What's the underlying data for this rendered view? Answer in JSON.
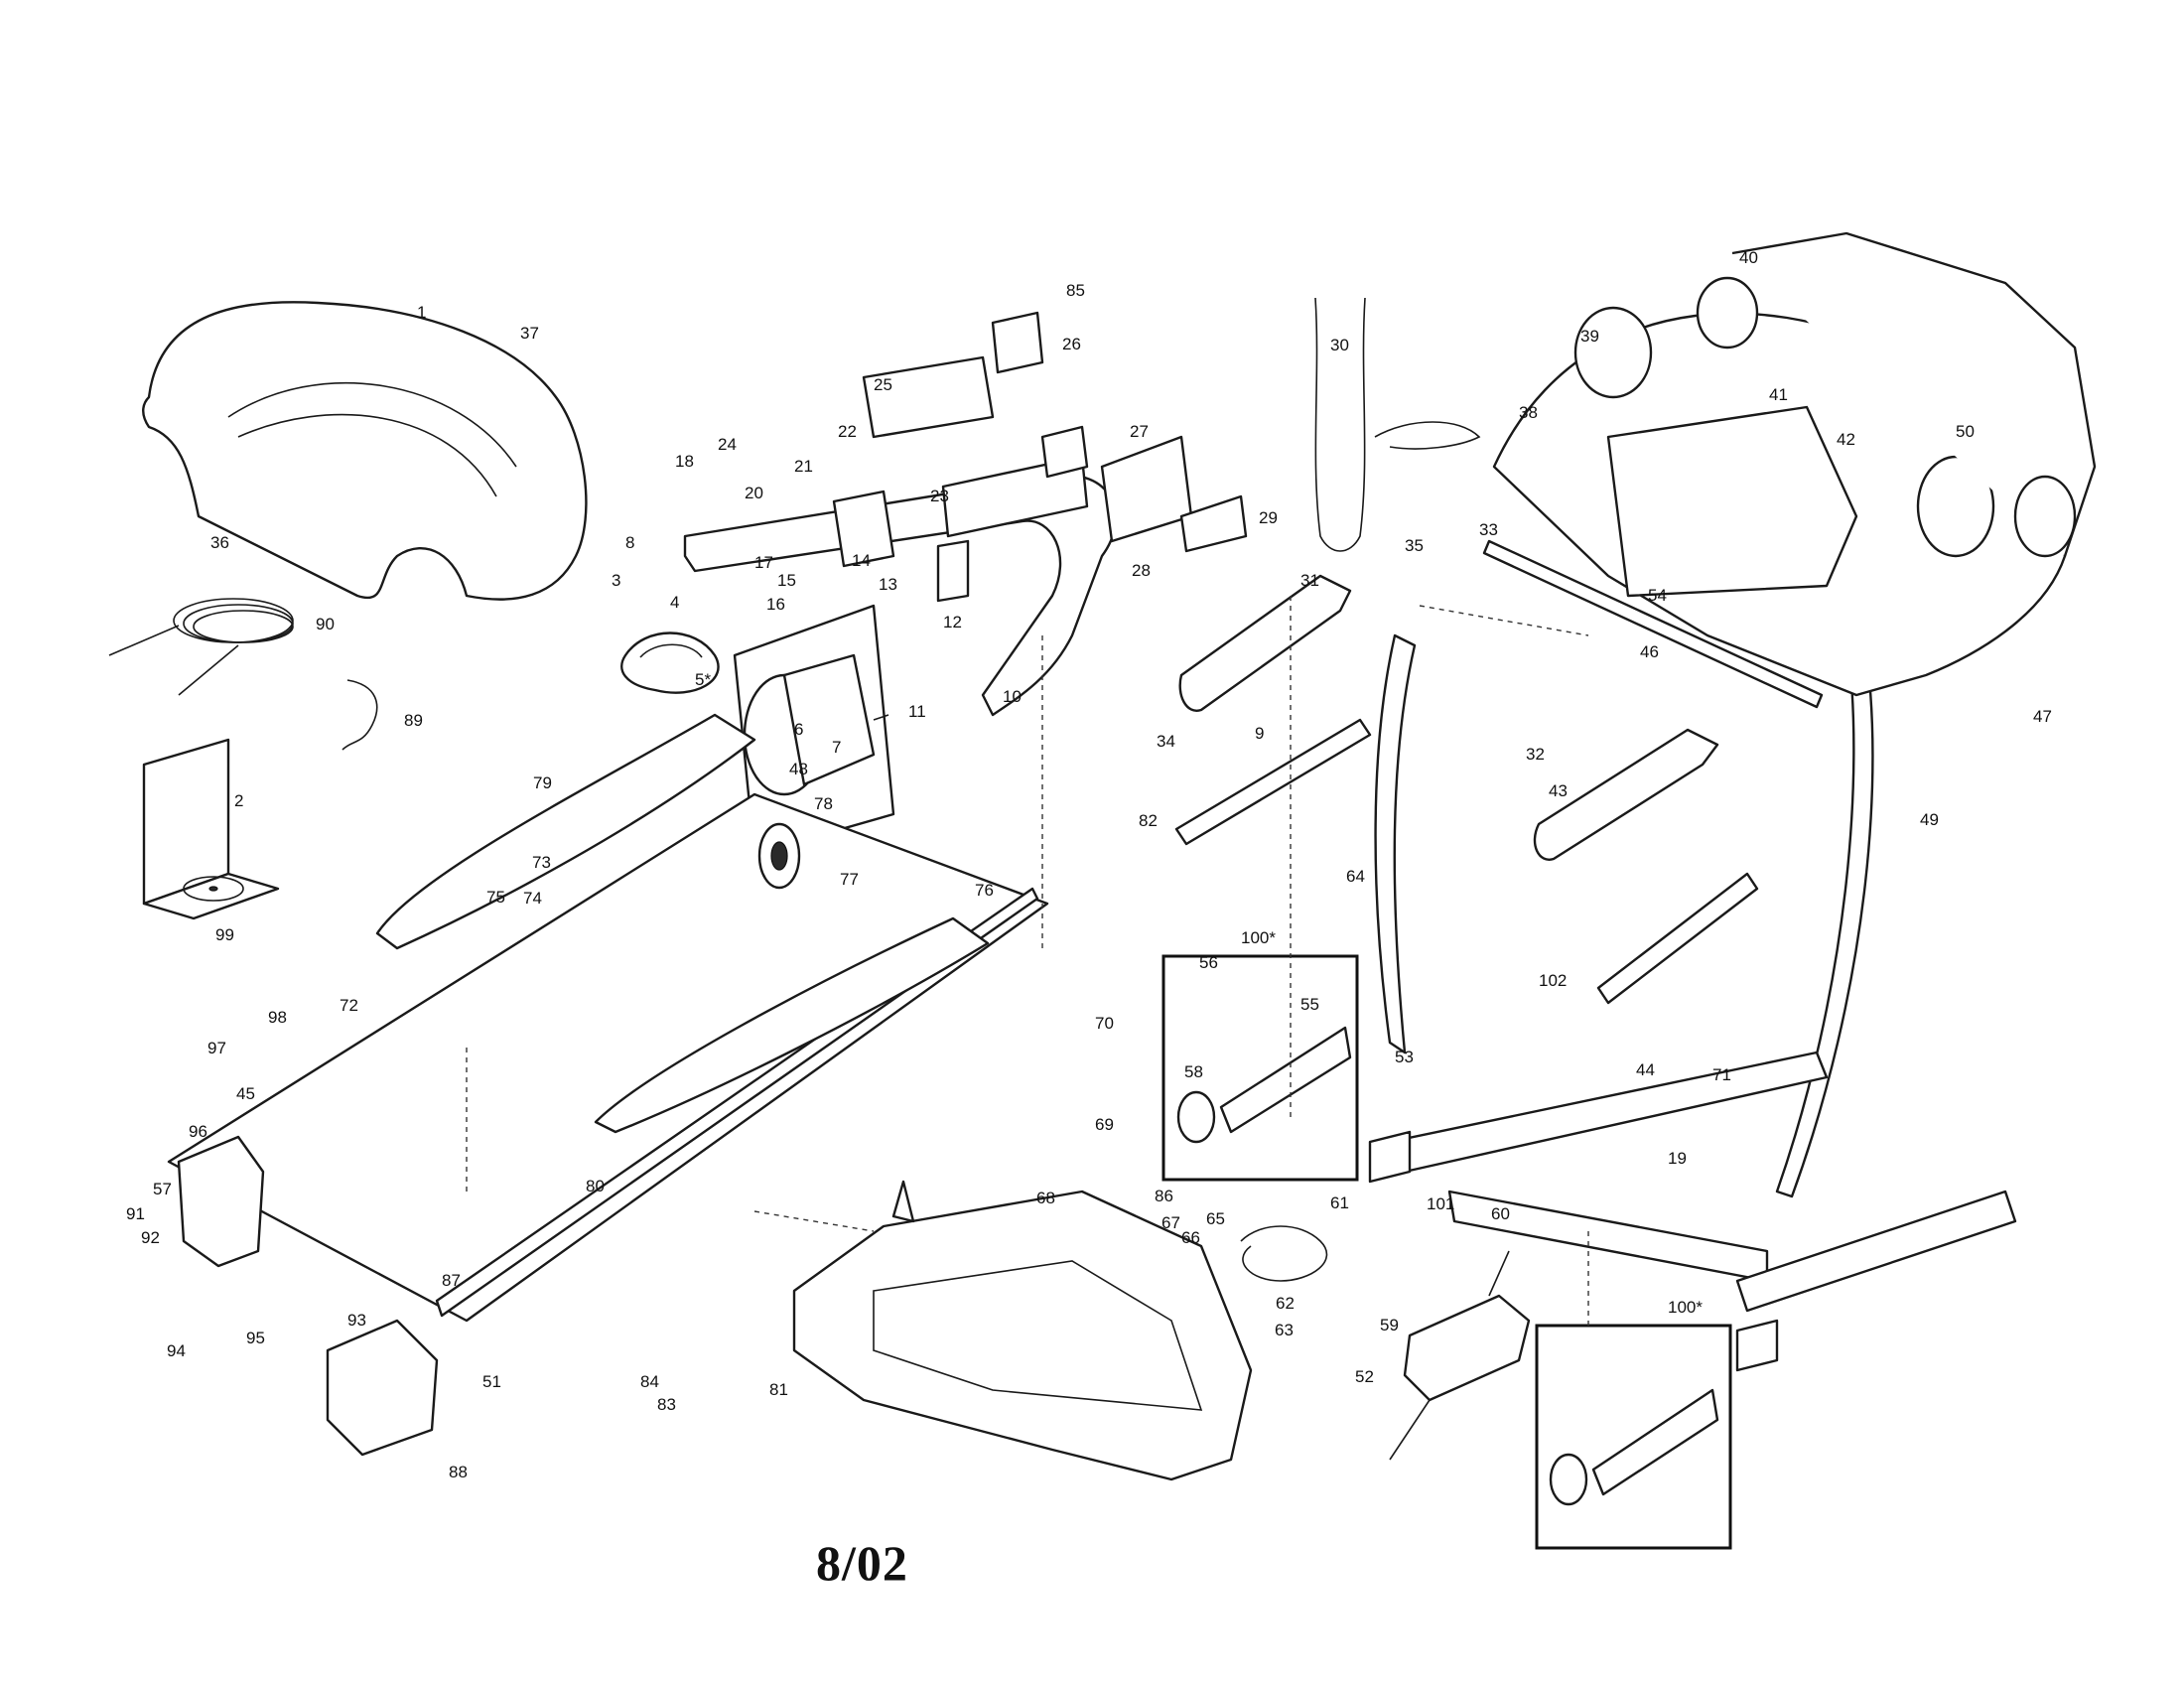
{
  "page": {
    "date_stamp": "8/02",
    "inset_label": "100*",
    "motor_label": "5*"
  },
  "callouts": [
    "1",
    "2",
    "3",
    "4",
    "6",
    "7",
    "8",
    "9",
    "10",
    "11",
    "12",
    "13",
    "14",
    "15",
    "16",
    "17",
    "18",
    "19",
    "20",
    "21",
    "22",
    "23",
    "24",
    "25",
    "26",
    "27",
    "28",
    "29",
    "30",
    "31",
    "32",
    "33",
    "34",
    "35",
    "36",
    "37",
    "38",
    "39",
    "40",
    "41",
    "42",
    "43",
    "44",
    "45",
    "46",
    "47",
    "48",
    "49",
    "50",
    "51",
    "52",
    "53",
    "54",
    "55",
    "56",
    "57",
    "58",
    "59",
    "60",
    "61",
    "62",
    "63",
    "64",
    "65",
    "66",
    "67",
    "68",
    "69",
    "70",
    "71",
    "72",
    "73",
    "74",
    "75",
    "76",
    "77",
    "78",
    "79",
    "80",
    "81",
    "82",
    "83",
    "84",
    "85",
    "86",
    "87",
    "88",
    "89",
    "90",
    "91",
    "92",
    "93",
    "94",
    "95",
    "96",
    "97",
    "98",
    "99",
    "101",
    "102"
  ]
}
